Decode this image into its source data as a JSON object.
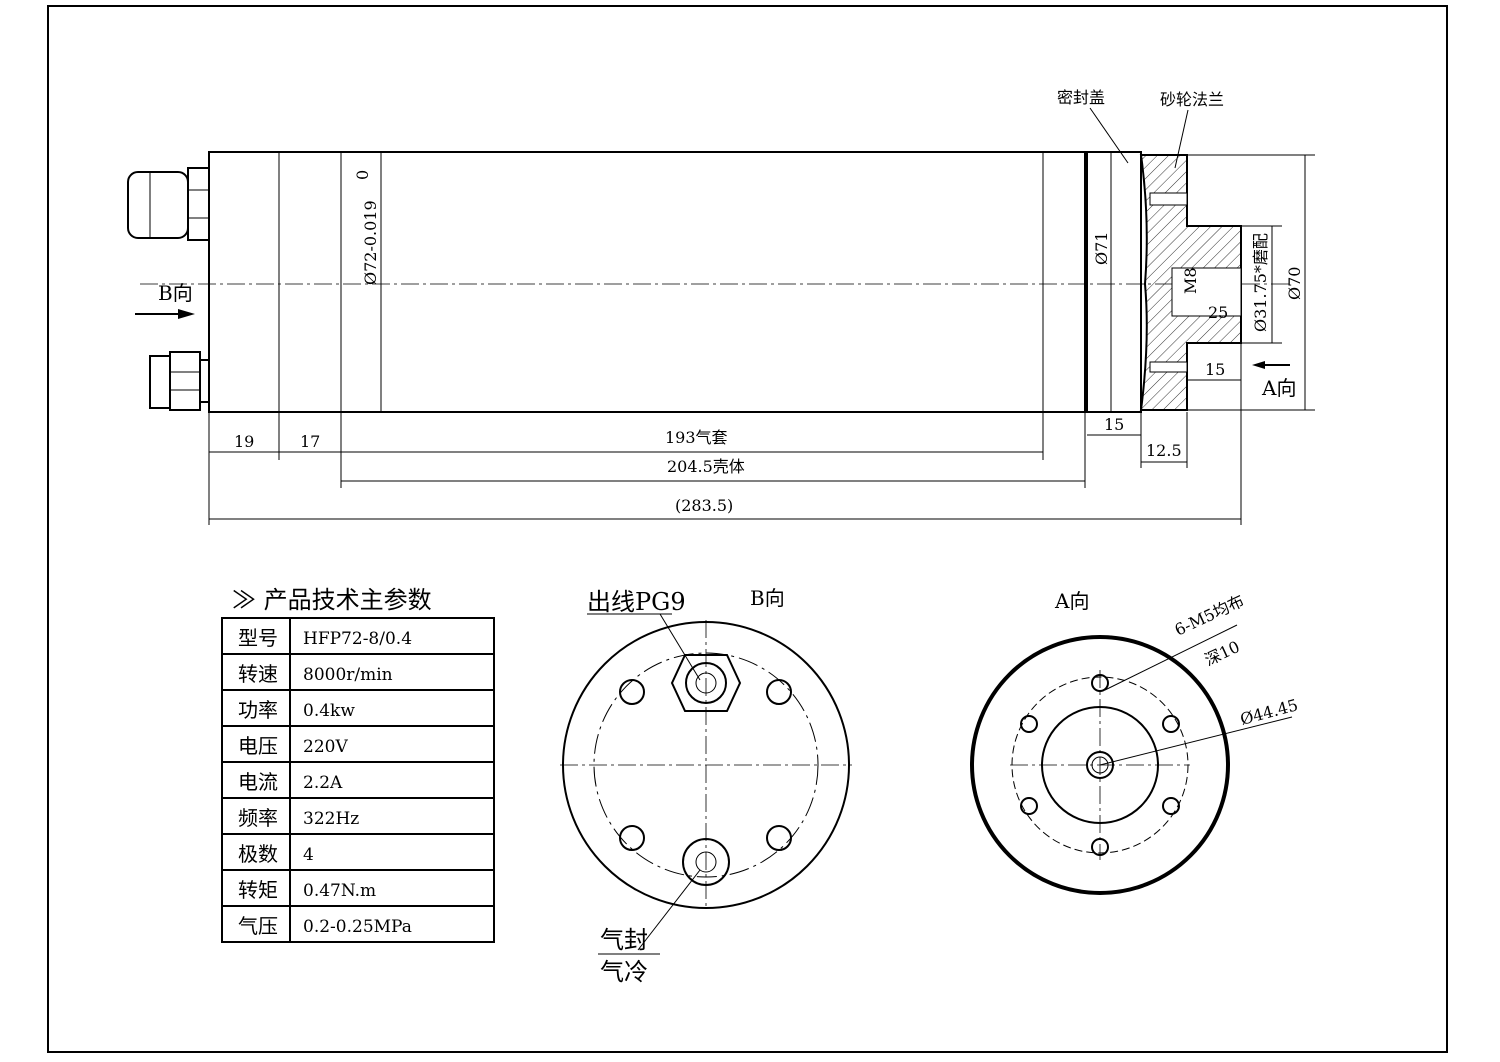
{
  "side_view": {
    "labels": {
      "seal_cover": "密封盖",
      "wheel_flange": "砂轮法兰",
      "b_direction": "B向",
      "a_direction": "A向"
    },
    "dims": {
      "d72": "Ø72-0.019",
      "d72_upper": "0",
      "d71": "Ø71",
      "m8": "M8",
      "d25": "25",
      "d3175": "Ø31.75*磨配",
      "d70": "Ø70",
      "d15_hub": "15",
      "d15_cover": "15",
      "d125": "12.5",
      "d19": "19",
      "d17": "17",
      "d193": "193气套",
      "d2045": "204.5壳体",
      "d2835": "(283.5)"
    }
  },
  "spec_table": {
    "title": "产品技术主参数",
    "rows": [
      {
        "label": "型号",
        "value": "HFP72-8/0.4"
      },
      {
        "label": "转速",
        "value": "8000r/min"
      },
      {
        "label": "功率",
        "value": "0.4kw"
      },
      {
        "label": "电压",
        "value": "220V"
      },
      {
        "label": "电流",
        "value": "2.2A"
      },
      {
        "label": "频率",
        "value": "322Hz"
      },
      {
        "label": "极数",
        "value": "4"
      },
      {
        "label": "转矩",
        "value": "0.47N.m"
      },
      {
        "label": "气压",
        "value": "0.2-0.25MPa"
      }
    ]
  },
  "b_view": {
    "title": "B向",
    "outlet": "出线PG9",
    "air_seal": "气封",
    "air_cool": "气冷"
  },
  "a_view": {
    "title": "A向",
    "holes": "6-M5均布",
    "depth": "深10",
    "pcd": "Ø44.45"
  }
}
